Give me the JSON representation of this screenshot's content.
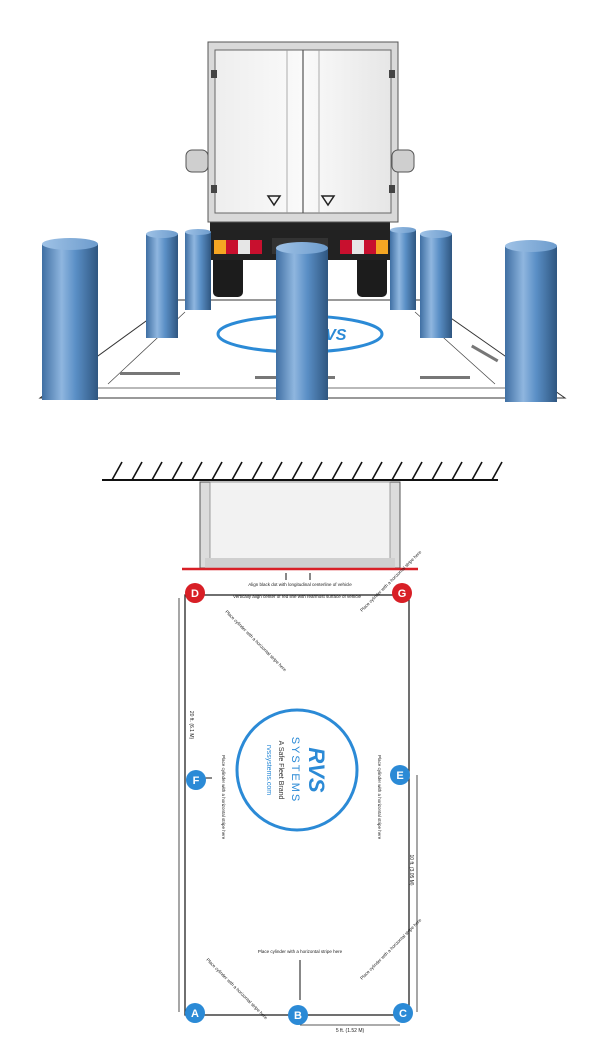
{
  "logo": {
    "brand_rvs": "RVS",
    "brand_systems": "SYSTEMS",
    "tagline": "A Safe Fleet Brand",
    "url": "rvssystems.com"
  },
  "top_view": {
    "instructions": {
      "align_dot": "Align black dot with longitudinal centerline of vehicle",
      "align_red_line": "Vertically align center of red line with rearmost surface of vehicle",
      "cylinder_stripe_here": "Place cylinder with a horizontal stripe here",
      "cylinder_stripe_here_short": "Place cylinder with a horizontal stripe here"
    },
    "markers": {
      "A": "A",
      "B": "B",
      "C": "C",
      "D": "D",
      "E": "E",
      "F": "F",
      "G": "G"
    },
    "dimensions": {
      "length_20ft": "20 ft. (6.1 M)",
      "length_10ft": "10 ft. (3.05 M)",
      "width_5ft": "5 ft. (1.52 M)"
    }
  },
  "colors": {
    "accent_blue": "#2b8ad6",
    "marker_red": "#d81f26",
    "cylinder_blue": "#5a8fc6",
    "truck_body": "#f4f4f4",
    "wall_hatch": "#111111"
  }
}
